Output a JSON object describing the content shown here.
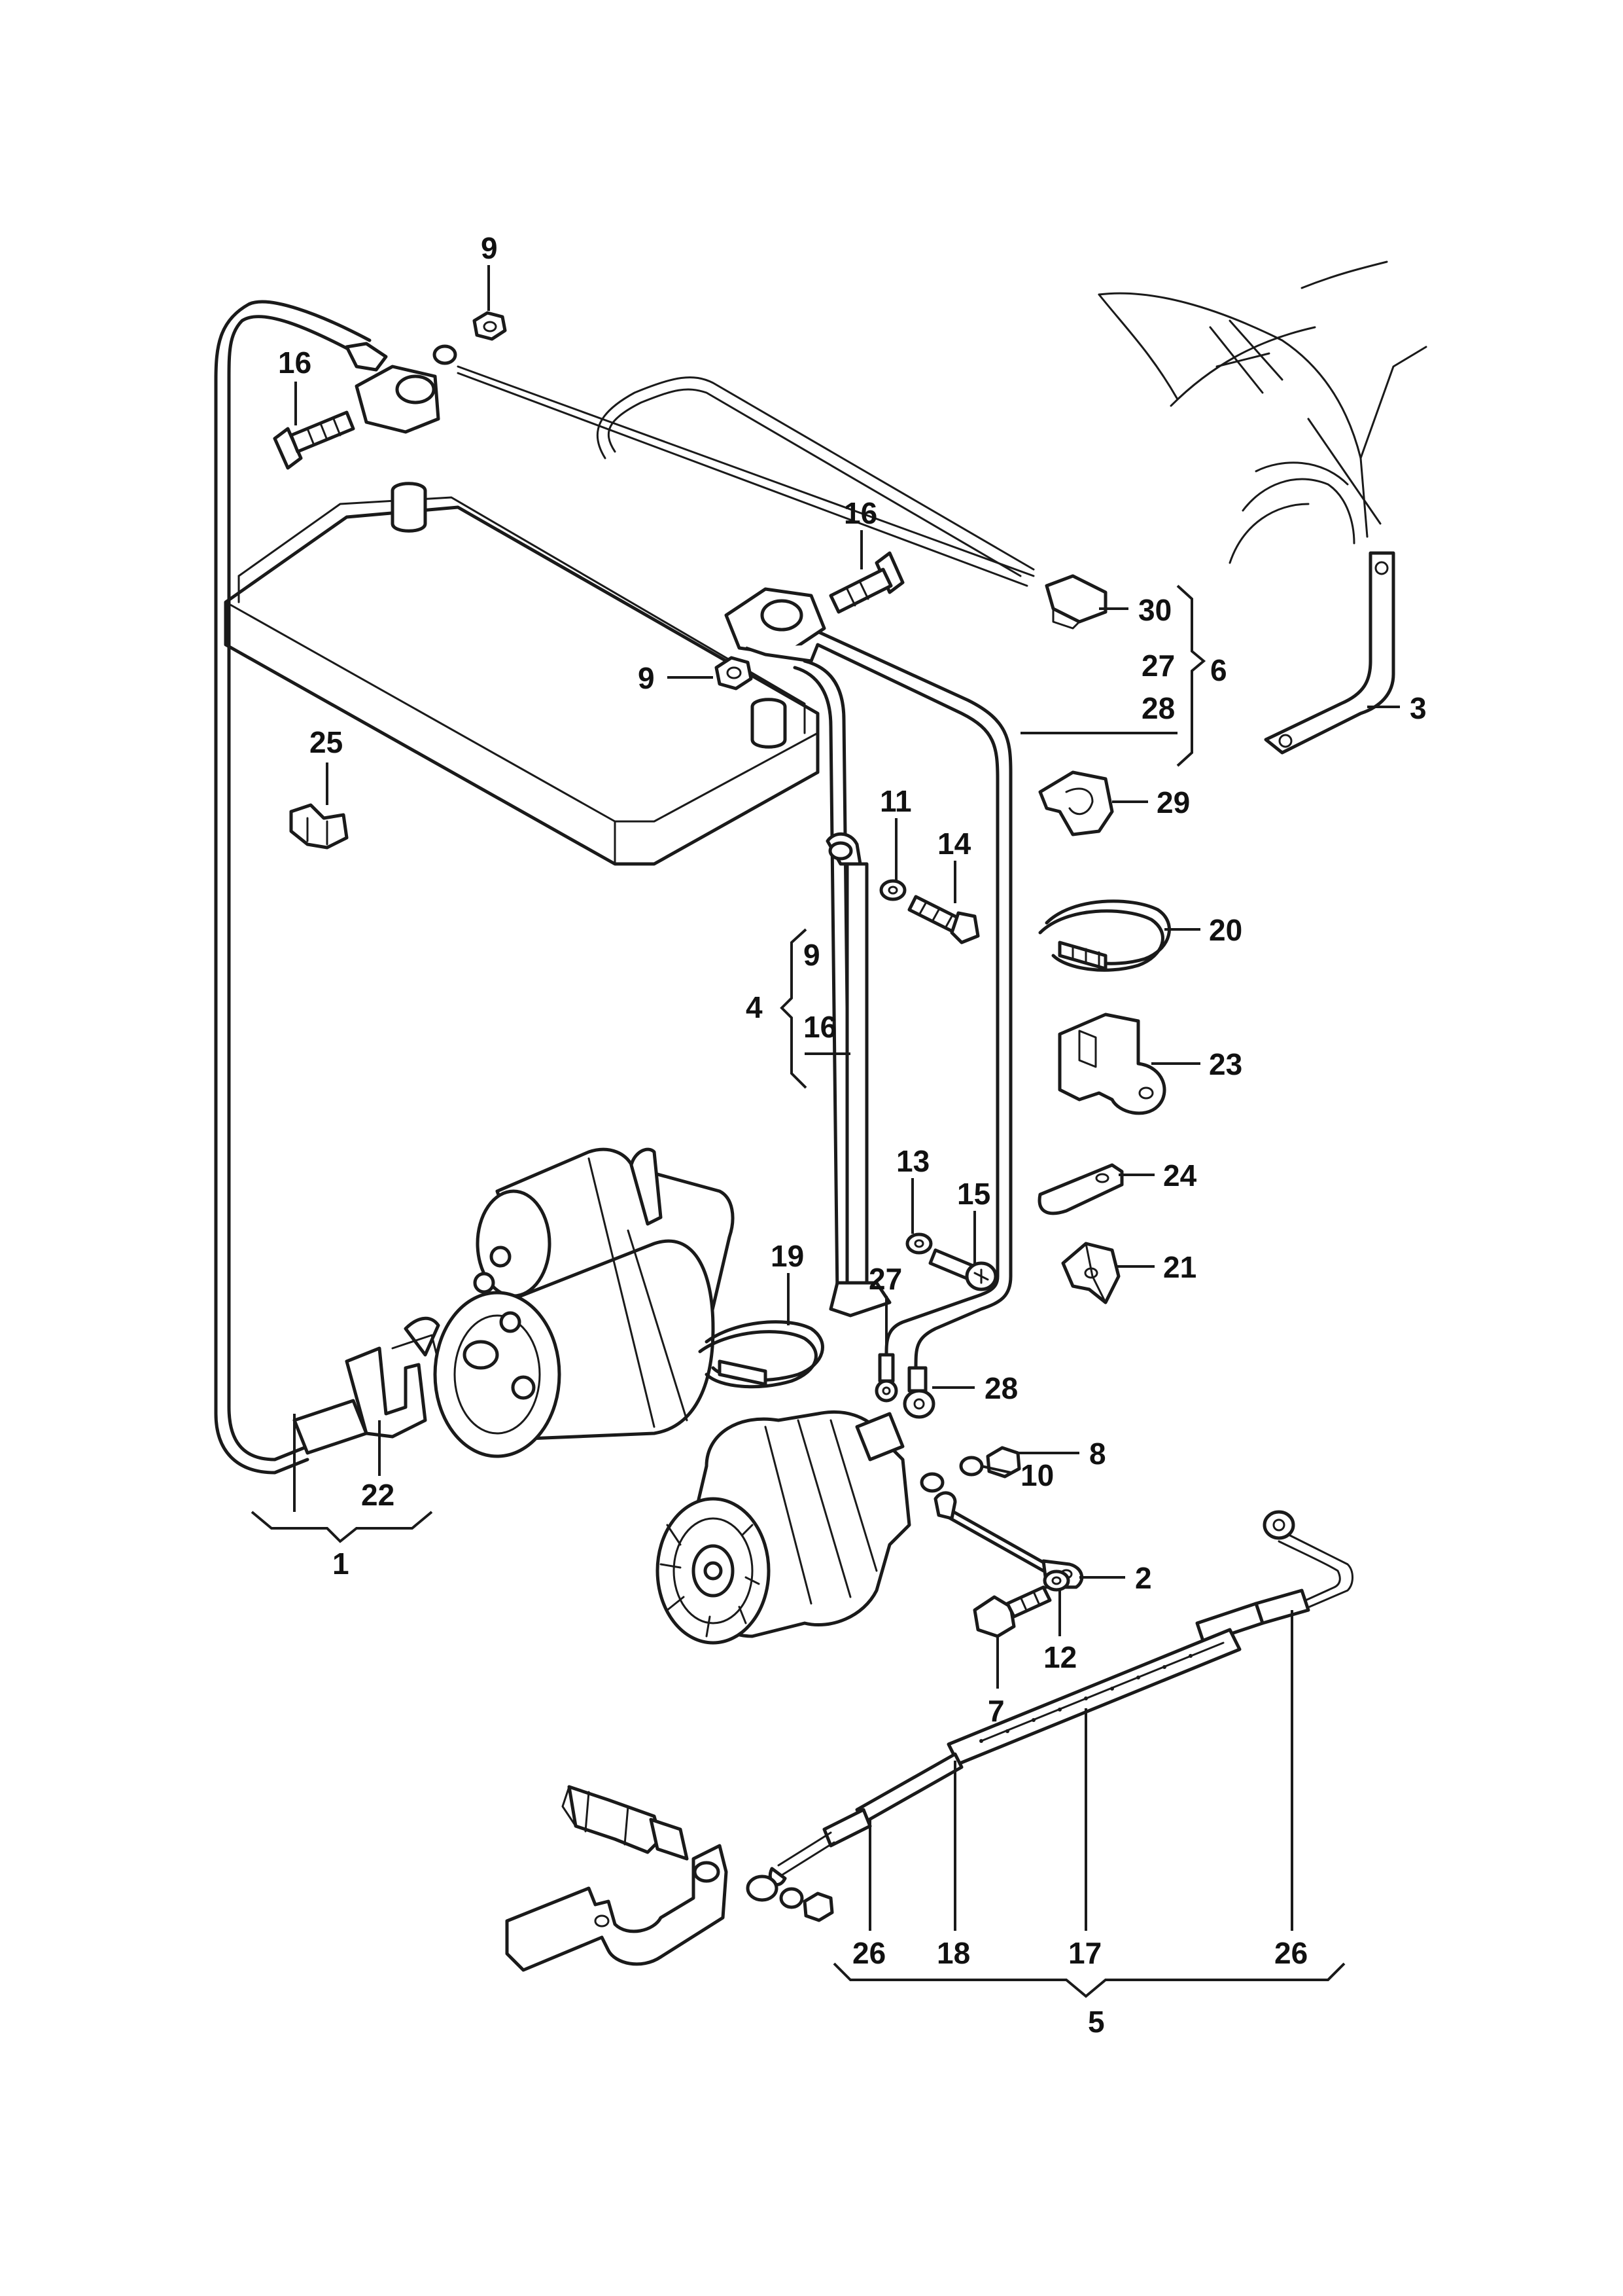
{
  "diagram": {
    "callouts": [
      {
        "id": "c9a",
        "text": "9"
      },
      {
        "id": "c16a",
        "text": "16"
      },
      {
        "id": "c16b",
        "text": "16"
      },
      {
        "id": "c30",
        "text": "30"
      },
      {
        "id": "c27a",
        "text": "27"
      },
      {
        "id": "c28a",
        "text": "28"
      },
      {
        "id": "c6",
        "text": "6"
      },
      {
        "id": "c3",
        "text": "3"
      },
      {
        "id": "c9b",
        "text": "9"
      },
      {
        "id": "c25",
        "text": "25"
      },
      {
        "id": "c29",
        "text": "29"
      },
      {
        "id": "c11",
        "text": "11"
      },
      {
        "id": "c14",
        "text": "14"
      },
      {
        "id": "c20",
        "text": "20"
      },
      {
        "id": "c9c",
        "text": "9"
      },
      {
        "id": "c4",
        "text": "4"
      },
      {
        "id": "c16c",
        "text": "16"
      },
      {
        "id": "c23",
        "text": "23"
      },
      {
        "id": "c13",
        "text": "13"
      },
      {
        "id": "c15",
        "text": "15"
      },
      {
        "id": "c24",
        "text": "24"
      },
      {
        "id": "c19",
        "text": "19"
      },
      {
        "id": "c21",
        "text": "21"
      },
      {
        "id": "c27b",
        "text": "27"
      },
      {
        "id": "c28b",
        "text": "28"
      },
      {
        "id": "c8",
        "text": "8"
      },
      {
        "id": "c10",
        "text": "10"
      },
      {
        "id": "c22",
        "text": "22"
      },
      {
        "id": "c1",
        "text": "1"
      },
      {
        "id": "c2",
        "text": "2"
      },
      {
        "id": "c12",
        "text": "12"
      },
      {
        "id": "c7",
        "text": "7"
      },
      {
        "id": "c26a",
        "text": "26"
      },
      {
        "id": "c18",
        "text": "18"
      },
      {
        "id": "c17",
        "text": "17"
      },
      {
        "id": "c26b",
        "text": "26"
      },
      {
        "id": "c5",
        "text": "5"
      }
    ]
  }
}
